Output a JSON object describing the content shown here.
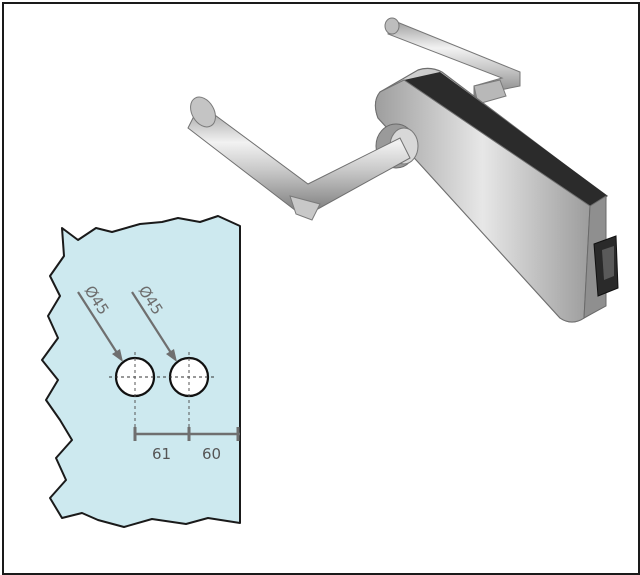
{
  "figure": {
    "glass_color": "#cde9ef",
    "dimension_color": "#6f6f6f",
    "holes": [
      {
        "diameter_label": "Ø45"
      },
      {
        "diameter_label": "Ø45"
      }
    ],
    "dimensions": {
      "hole_spacing": "61",
      "edge_distance": "60"
    },
    "product_image": "door-lever-handle-with-glass-door-lock"
  }
}
